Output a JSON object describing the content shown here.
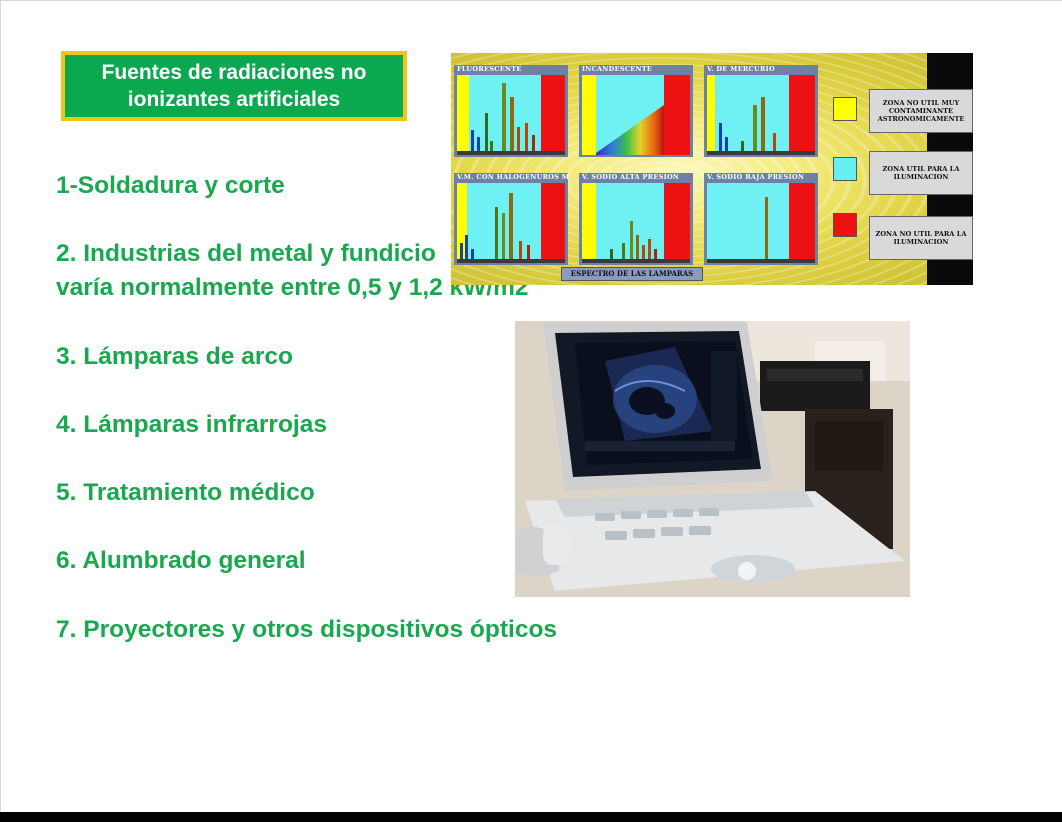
{
  "title": "Fuentes de radiaciones no\nionizantes artificiales",
  "items": [
    {
      "text": "1-Soldadura y corte"
    },
    {
      "text": "2. Industrias del metal y fundicio",
      "line2": "varía normalmente entre 0,5 y 1,2 kW/m2"
    },
    {
      "text": "3. Lámparas de arco"
    },
    {
      "text": "4. Lámparas infrarrojas"
    },
    {
      "text": "5. Tratamiento médico"
    },
    {
      "text": "6. Alumbrado general"
    },
    {
      "text": "7. Proyectores y otros dispositivos ópticos"
    }
  ],
  "spectra": {
    "panels": [
      "FLUORESCENTE",
      "INCANDESCENTE",
      "V. DE MERCURIO",
      "V.M. CON HALOGENUROS M",
      "V. SODIO ALTA PRESION",
      "V. SODIO BAJA PRESION"
    ],
    "caption": "ESPECTRO DE LAS LAMPARAS",
    "legend": [
      {
        "color": "#ffff00",
        "label": "ZONA NO UTIL MUY\nCONTAMINANTE\nASTRONOMICAMENTE"
      },
      {
        "color": "#66f0f0",
        "label": "ZONA UTIL PARA LA\nILUMINACION"
      },
      {
        "color": "#ee1111",
        "label": "ZONA NO UTIL PARA LA\nILUMINACION"
      }
    ]
  },
  "colors": {
    "text_green": "#19a84f",
    "title_bg": "#0aa84f",
    "title_border": "#f0c419"
  }
}
